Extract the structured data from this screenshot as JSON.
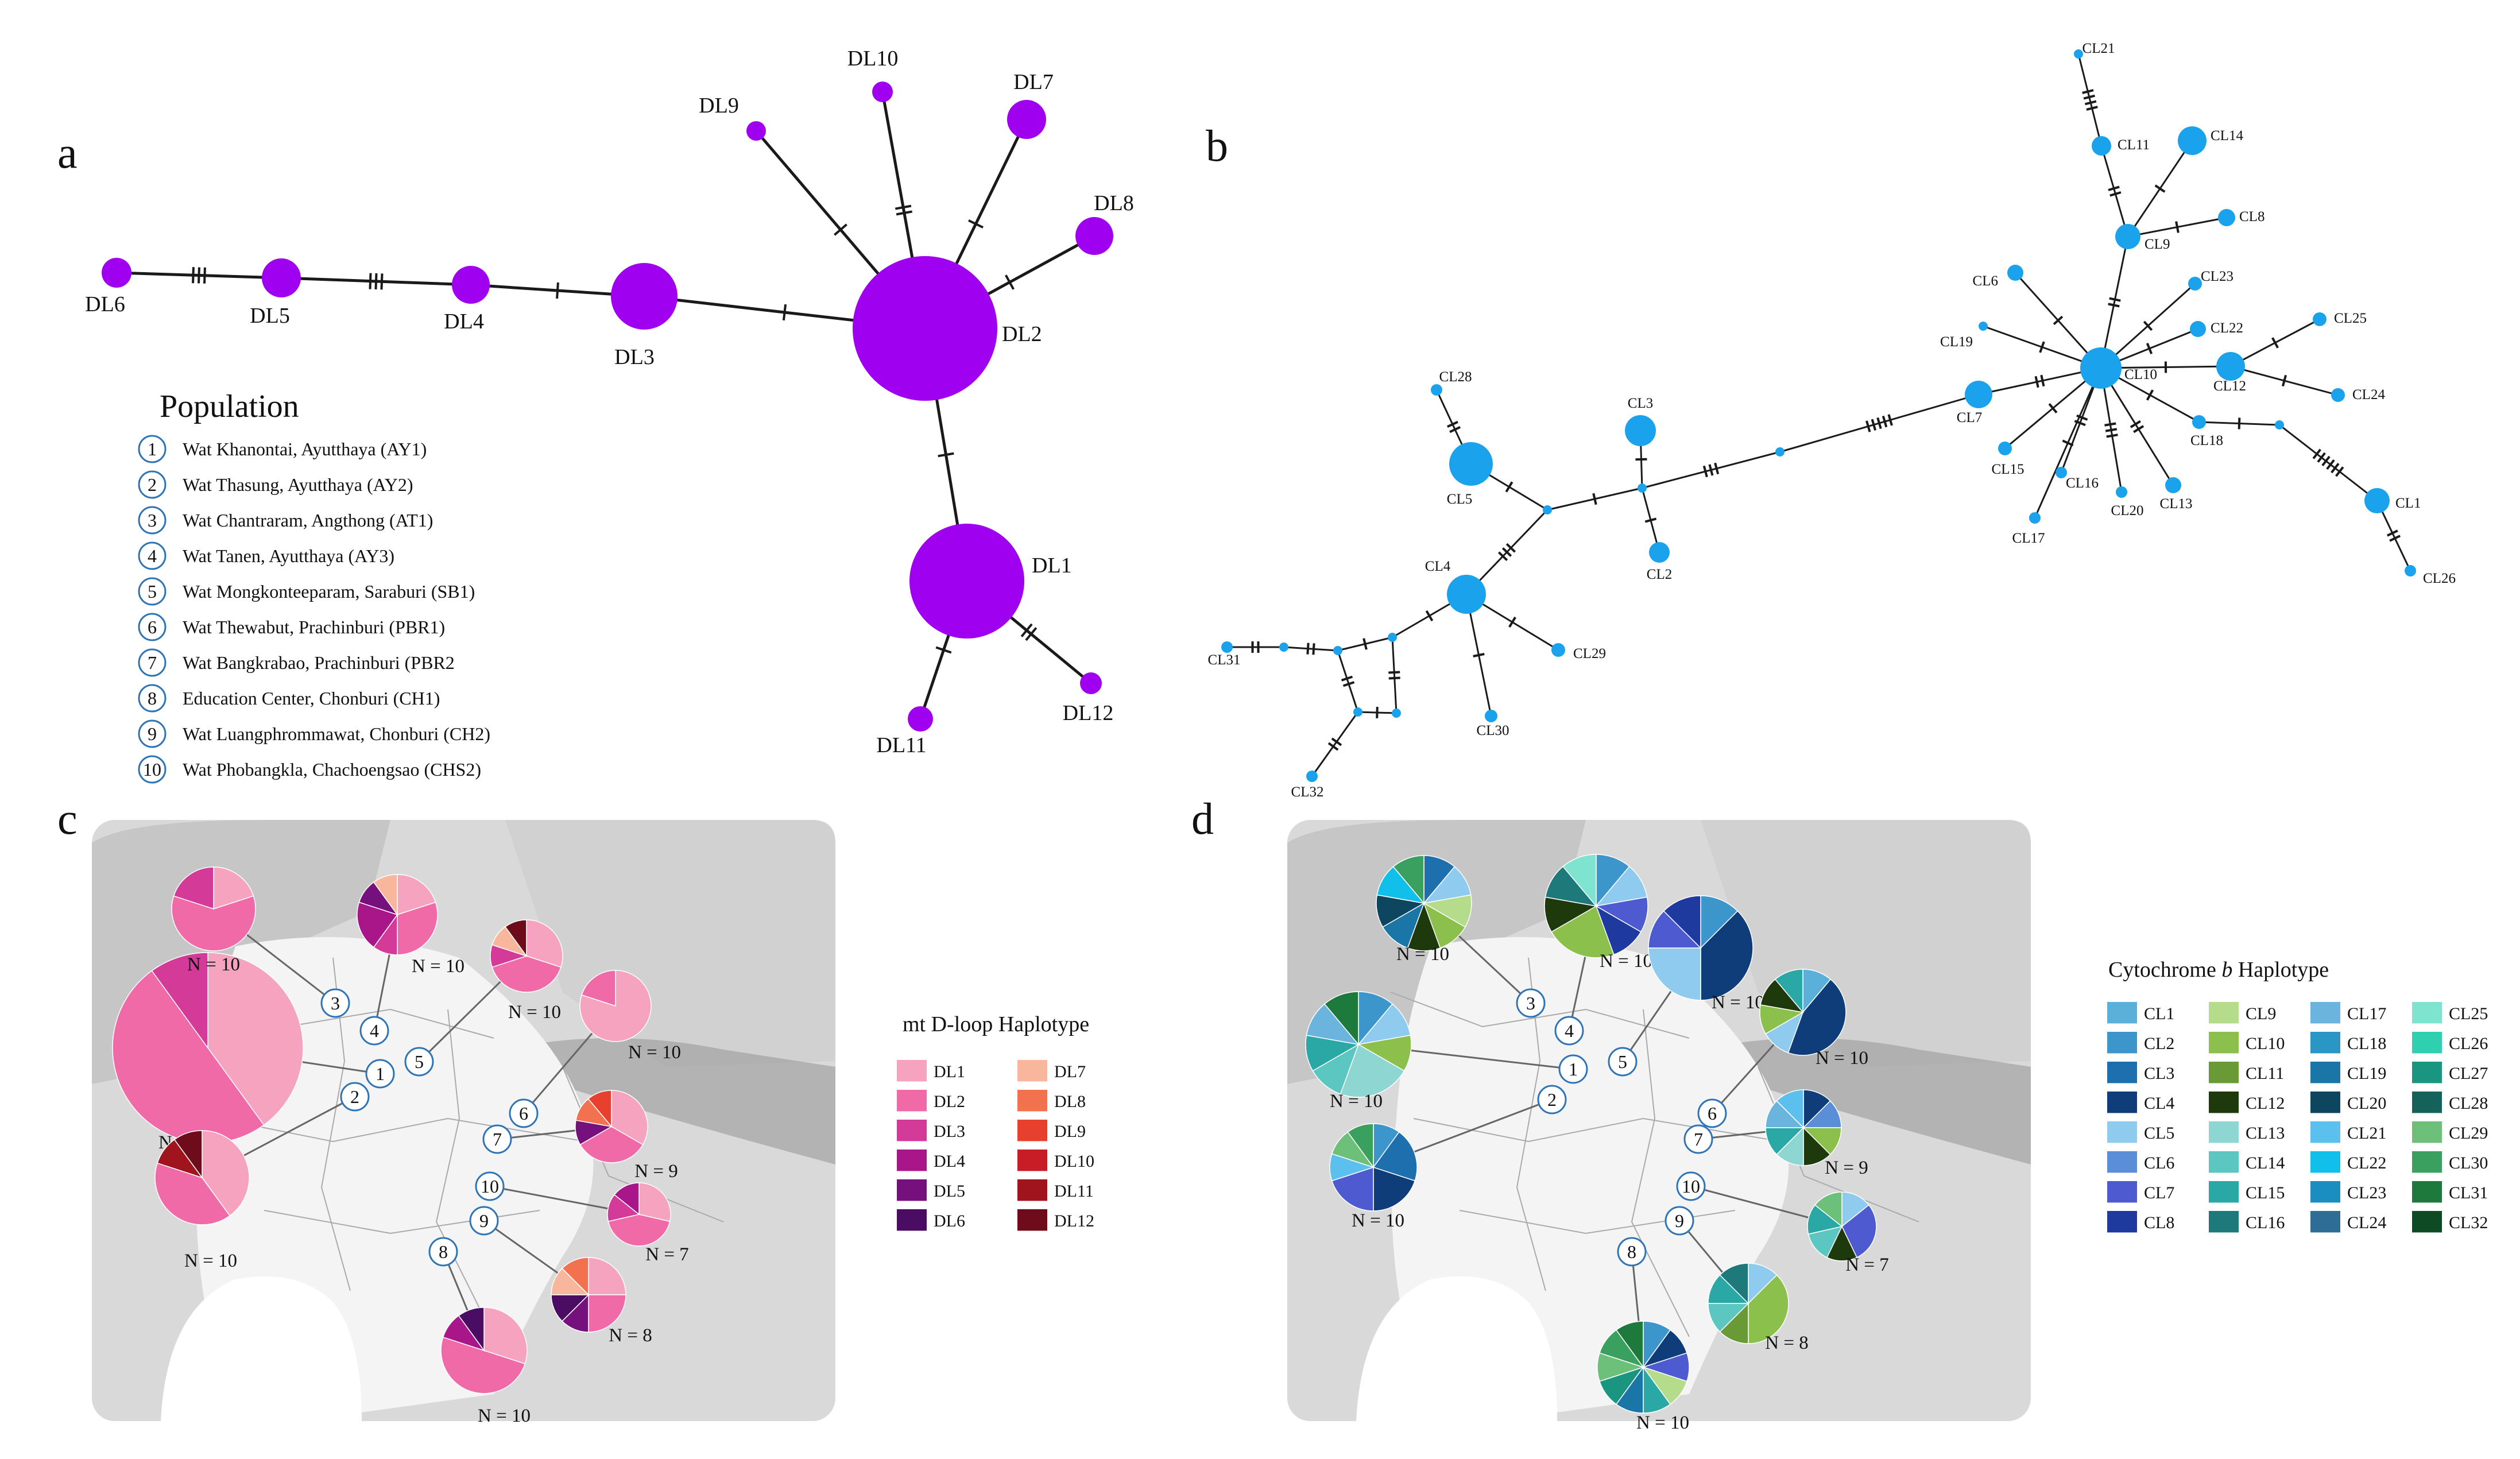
{
  "panels": {
    "a": "a",
    "b": "b",
    "c": "c",
    "d": "d"
  },
  "colors": {
    "dloop_node": "#a000f0",
    "cytb_node": "#1aa3ec",
    "edge": "#1a1a1a",
    "map_bg": "#d9d9d9",
    "map_lowland": "#f4f4f4",
    "site_circle": "#2f74b5"
  },
  "dloop_network": {
    "nodes": [
      {
        "id": "DL1",
        "label": "DL1"
      },
      {
        "id": "DL2",
        "label": "DL2"
      },
      {
        "id": "DL3",
        "label": "DL3"
      },
      {
        "id": "DL4",
        "label": "DL4"
      },
      {
        "id": "DL5",
        "label": "DL5"
      },
      {
        "id": "DL6",
        "label": "DL6"
      },
      {
        "id": "DL7",
        "label": "DL7"
      },
      {
        "id": "DL8",
        "label": "DL8"
      },
      {
        "id": "DL9",
        "label": "DL9"
      },
      {
        "id": "DL10",
        "label": "DL10"
      },
      {
        "id": "DL11",
        "label": "DL11"
      },
      {
        "id": "DL12",
        "label": "DL12"
      }
    ],
    "edges": [
      [
        "DL6",
        "DL5",
        3
      ],
      [
        "DL5",
        "DL4",
        3
      ],
      [
        "DL4",
        "DL3",
        1
      ],
      [
        "DL3",
        "DL2",
        1
      ],
      [
        "DL2",
        "DL9",
        1
      ],
      [
        "DL2",
        "DL10",
        2
      ],
      [
        "DL2",
        "DL7",
        1
      ],
      [
        "DL2",
        "DL8",
        1
      ],
      [
        "DL2",
        "DL1",
        1
      ],
      [
        "DL1",
        "DL11",
        1
      ],
      [
        "DL1",
        "DL12",
        2
      ]
    ]
  },
  "population_legend": {
    "title": "Population",
    "items": [
      {
        "num": "1",
        "name": "Wat Khanontai, Ayutthaya (AY1)"
      },
      {
        "num": "2",
        "name": "Wat Thasung, Ayutthaya (AY2)"
      },
      {
        "num": "3",
        "name": "Wat Chantraram, Angthong (AT1)"
      },
      {
        "num": "4",
        "name": "Wat Tanen, Ayutthaya (AY3)"
      },
      {
        "num": "5",
        "name": "Wat Mongkonteeparam, Saraburi (SB1)"
      },
      {
        "num": "6",
        "name": "Wat Thewabut, Prachinburi (PBR1)"
      },
      {
        "num": "7",
        "name": "Wat Bangkrabao, Prachinburi (PBR2"
      },
      {
        "num": "8",
        "name": "Education Center, Chonburi (CH1)"
      },
      {
        "num": "9",
        "name": "Wat Luangphrommawat, Chonburi (CH2)"
      },
      {
        "num": "10",
        "name": "Wat Phobangkla, Chachoengsao (CHS2)"
      }
    ]
  },
  "cytb_network": {
    "nodes": [
      {
        "id": "CL1",
        "label": "CL1"
      },
      {
        "id": "CL2",
        "label": "CL2"
      },
      {
        "id": "CL3",
        "label": "CL3"
      },
      {
        "id": "CL4",
        "label": "CL4"
      },
      {
        "id": "CL5",
        "label": "CL5"
      },
      {
        "id": "CL6",
        "label": "CL6"
      },
      {
        "id": "CL7",
        "label": "CL7"
      },
      {
        "id": "CL8",
        "label": "CL8"
      },
      {
        "id": "CL9",
        "label": "CL9"
      },
      {
        "id": "CL10",
        "label": "CL10"
      },
      {
        "id": "CL11",
        "label": "CL11"
      },
      {
        "id": "CL12",
        "label": "CL12"
      },
      {
        "id": "CL13",
        "label": "CL13"
      },
      {
        "id": "CL14",
        "label": "CL14"
      },
      {
        "id": "CL15",
        "label": "CL15"
      },
      {
        "id": "CL16",
        "label": "CL16"
      },
      {
        "id": "CL17",
        "label": "CL17"
      },
      {
        "id": "CL18",
        "label": "CL18"
      },
      {
        "id": "CL19",
        "label": "CL19"
      },
      {
        "id": "CL20",
        "label": "CL20"
      },
      {
        "id": "CL21",
        "label": "CL21"
      },
      {
        "id": "CL22",
        "label": "CL22"
      },
      {
        "id": "CL23",
        "label": "CL23"
      },
      {
        "id": "CL24",
        "label": "CL24"
      },
      {
        "id": "CL25",
        "label": "CL25"
      },
      {
        "id": "CL26",
        "label": "CL26"
      },
      {
        "id": "CL28",
        "label": "CL28"
      },
      {
        "id": "CL29",
        "label": "CL29"
      },
      {
        "id": "CL30",
        "label": "CL30"
      },
      {
        "id": "CL31",
        "label": "CL31"
      },
      {
        "id": "CL32",
        "label": "CL32"
      }
    ]
  },
  "dloop_map": {
    "legend_title": "mt D-loop Haplotype",
    "haplotypes": [
      {
        "label": "DL1",
        "color": "#f6a3c0"
      },
      {
        "label": "DL2",
        "color": "#f06aa8"
      },
      {
        "label": "DL3",
        "color": "#d43a98"
      },
      {
        "label": "DL4",
        "color": "#a8168a"
      },
      {
        "label": "DL5",
        "color": "#76107c"
      },
      {
        "label": "DL6",
        "color": "#4a0d63"
      },
      {
        "label": "DL7",
        "color": "#f8b79d"
      },
      {
        "label": "DL8",
        "color": "#f2714e"
      },
      {
        "label": "DL9",
        "color": "#e8402f"
      },
      {
        "label": "DL10",
        "color": "#c81d26"
      },
      {
        "label": "DL11",
        "color": "#a0141e"
      },
      {
        "label": "DL12",
        "color": "#6e0c1b"
      }
    ],
    "sites": [
      {
        "num": "1",
        "n_label": "N = 10",
        "counts": [
          4,
          5,
          1,
          0,
          0,
          0,
          0,
          0,
          0,
          0,
          0,
          0
        ]
      },
      {
        "num": "2",
        "n_label": "N = 10",
        "counts": [
          4,
          4,
          0,
          0,
          0,
          0,
          0,
          0,
          0,
          0,
          1,
          1
        ]
      },
      {
        "num": "3",
        "n_label": "N = 10",
        "counts": [
          2,
          6,
          2,
          0,
          0,
          0,
          0,
          0,
          0,
          0,
          0,
          0
        ]
      },
      {
        "num": "4",
        "n_label": "N = 10",
        "counts": [
          2,
          3,
          1,
          2,
          1,
          0,
          1,
          0,
          0,
          0,
          0,
          0
        ]
      },
      {
        "num": "5",
        "n_label": "N = 10",
        "counts": [
          3,
          4,
          1,
          0,
          0,
          0,
          1,
          0,
          0,
          0,
          0,
          1
        ]
      },
      {
        "num": "6",
        "n_label": "N = 10",
        "counts": [
          8,
          2,
          0,
          0,
          0,
          0,
          0,
          0,
          0,
          0,
          0,
          0
        ]
      },
      {
        "num": "7",
        "n_label": "N = 9",
        "counts": [
          3,
          3,
          0,
          0,
          1,
          0,
          0,
          1,
          1,
          0,
          0,
          0
        ]
      },
      {
        "num": "8",
        "n_label": "N = 10",
        "counts": [
          3,
          5,
          0,
          1,
          0,
          1,
          0,
          0,
          0,
          0,
          0,
          0
        ]
      },
      {
        "num": "9",
        "n_label": "N = 8",
        "counts": [
          2,
          2,
          0,
          0,
          1,
          1,
          1,
          1,
          0,
          0,
          0,
          0
        ]
      },
      {
        "num": "10",
        "n_label": "N = 7",
        "counts": [
          2,
          3,
          1,
          1,
          0,
          0,
          0,
          0,
          0,
          0,
          0,
          0
        ]
      }
    ]
  },
  "cytb_map": {
    "legend_title": "Cytochrome b Haplotype",
    "legend_title_plain": "Cytochrome ",
    "legend_title_italic": "b",
    "legend_title_end": " Haplotype",
    "haplotypes": [
      {
        "label": "CL1",
        "color": "#5ab0d8"
      },
      {
        "label": "CL2",
        "color": "#3c96cc"
      },
      {
        "label": "CL3",
        "color": "#1e6fae"
      },
      {
        "label": "CL4",
        "color": "#0f3d7a"
      },
      {
        "label": "CL5",
        "color": "#8ecbee"
      },
      {
        "label": "CL6",
        "color": "#5a8fd8"
      },
      {
        "label": "CL7",
        "color": "#4e5bd0"
      },
      {
        "label": "CL8",
        "color": "#1e3a9e"
      },
      {
        "label": "CL9",
        "color": "#b4dc8a"
      },
      {
        "label": "CL10",
        "color": "#8cc04c"
      },
      {
        "label": "CL11",
        "color": "#6a9a36"
      },
      {
        "label": "CL12",
        "color": "#1e3a0c"
      },
      {
        "label": "CL13",
        "color": "#8ed6d2"
      },
      {
        "label": "CL14",
        "color": "#5cc6c0"
      },
      {
        "label": "CL15",
        "color": "#2aa8a6"
      },
      {
        "label": "CL16",
        "color": "#1e7a7a"
      },
      {
        "label": "CL17",
        "color": "#6ab4de"
      },
      {
        "label": "CL18",
        "color": "#2a96c6"
      },
      {
        "label": "CL19",
        "color": "#1a76a6"
      },
      {
        "label": "CL20",
        "color": "#0e4660"
      },
      {
        "label": "CL21",
        "color": "#5cc0ee"
      },
      {
        "label": "CL22",
        "color": "#10c0ea"
      },
      {
        "label": "CL23",
        "color": "#1a8ec0"
      },
      {
        "label": "CL24",
        "color": "#2e6e96"
      },
      {
        "label": "CL25",
        "color": "#7ee4d0"
      },
      {
        "label": "CL26",
        "color": "#2ed0b0"
      },
      {
        "label": "CL27",
        "color": "#1a9680"
      },
      {
        "label": "CL28",
        "color": "#14625a"
      },
      {
        "label": "CL29",
        "color": "#6cc07a"
      },
      {
        "label": "CL30",
        "color": "#3aa060"
      },
      {
        "label": "CL31",
        "color": "#1e7a3c"
      },
      {
        "label": "CL32",
        "color": "#0e4a24"
      }
    ],
    "sites": [
      {
        "num": "1",
        "n_label": "N = 10",
        "counts": [
          0,
          1,
          0,
          0,
          1,
          0,
          0,
          0,
          0,
          1,
          0,
          0,
          2,
          1,
          1,
          0,
          1,
          0,
          0,
          0,
          0,
          0,
          0,
          0,
          0,
          0,
          0,
          0,
          0,
          0,
          1,
          0
        ]
      },
      {
        "num": "2",
        "n_label": "N = 10",
        "counts": [
          0,
          1,
          2,
          2,
          0,
          0,
          2,
          0,
          0,
          0,
          0,
          0,
          0,
          0,
          0,
          0,
          0,
          0,
          0,
          0,
          1,
          0,
          0,
          0,
          0,
          0,
          0,
          0,
          1,
          1,
          0,
          0
        ]
      },
      {
        "num": "3",
        "n_label": "N = 10",
        "counts": [
          0,
          0,
          1,
          0,
          1,
          0,
          0,
          0,
          1,
          1,
          0,
          1,
          0,
          0,
          0,
          0,
          0,
          0,
          1,
          1,
          0,
          1,
          0,
          0,
          0,
          0,
          0,
          0,
          0,
          1,
          0,
          0
        ]
      },
      {
        "num": "4",
        "n_label": "N = 10",
        "counts": [
          0,
          1,
          0,
          0,
          1,
          0,
          1,
          1,
          0,
          2,
          0,
          1,
          0,
          0,
          0,
          1,
          0,
          0,
          0,
          0,
          0,
          0,
          0,
          0,
          1,
          0,
          0,
          0,
          0,
          0,
          0,
          0
        ]
      },
      {
        "num": "5",
        "n_label": "N = 10",
        "counts": [
          0,
          1,
          0,
          3,
          2,
          0,
          1,
          1,
          0,
          0,
          0,
          0,
          0,
          0,
          0,
          0,
          0,
          0,
          0,
          0,
          0,
          0,
          0,
          0,
          0,
          0,
          0,
          0,
          0,
          0,
          0,
          0
        ]
      },
      {
        "num": "6",
        "n_label": "N = 10",
        "counts": [
          1,
          0,
          0,
          4,
          1,
          0,
          0,
          0,
          0,
          1,
          0,
          1,
          0,
          0,
          1,
          0,
          0,
          0,
          0,
          0,
          0,
          0,
          0,
          0,
          0,
          0,
          0,
          0,
          0,
          0,
          0,
          0
        ]
      },
      {
        "num": "7",
        "n_label": "N = 9",
        "counts": [
          0,
          0,
          0,
          1,
          0,
          1,
          0,
          0,
          0,
          1,
          0,
          1,
          1,
          0,
          1,
          0,
          1,
          0,
          0,
          0,
          1,
          0,
          0,
          0,
          0,
          0,
          0,
          0,
          0,
          0,
          0,
          0
        ]
      },
      {
        "num": "8",
        "n_label": "N = 10",
        "counts": [
          0,
          1,
          0,
          1,
          0,
          0,
          1,
          0,
          1,
          0,
          0,
          0,
          0,
          0,
          1,
          0,
          0,
          0,
          1,
          0,
          0,
          0,
          0,
          0,
          0,
          0,
          1,
          0,
          1,
          1,
          1,
          0
        ]
      },
      {
        "num": "9",
        "n_label": "N = 8",
        "counts": [
          0,
          0,
          0,
          0,
          1,
          0,
          0,
          0,
          0,
          3,
          1,
          0,
          0,
          1,
          1,
          1,
          0,
          0,
          0,
          0,
          0,
          0,
          0,
          0,
          0,
          0,
          0,
          0,
          0,
          0,
          0,
          0
        ]
      },
      {
        "num": "10",
        "n_label": "N = 7",
        "counts": [
          0,
          0,
          0,
          0,
          1,
          0,
          2,
          0,
          0,
          0,
          0,
          1,
          0,
          1,
          1,
          0,
          0,
          0,
          0,
          0,
          0,
          0,
          0,
          0,
          0,
          0,
          0,
          0,
          1,
          0,
          0,
          0
        ]
      }
    ]
  }
}
